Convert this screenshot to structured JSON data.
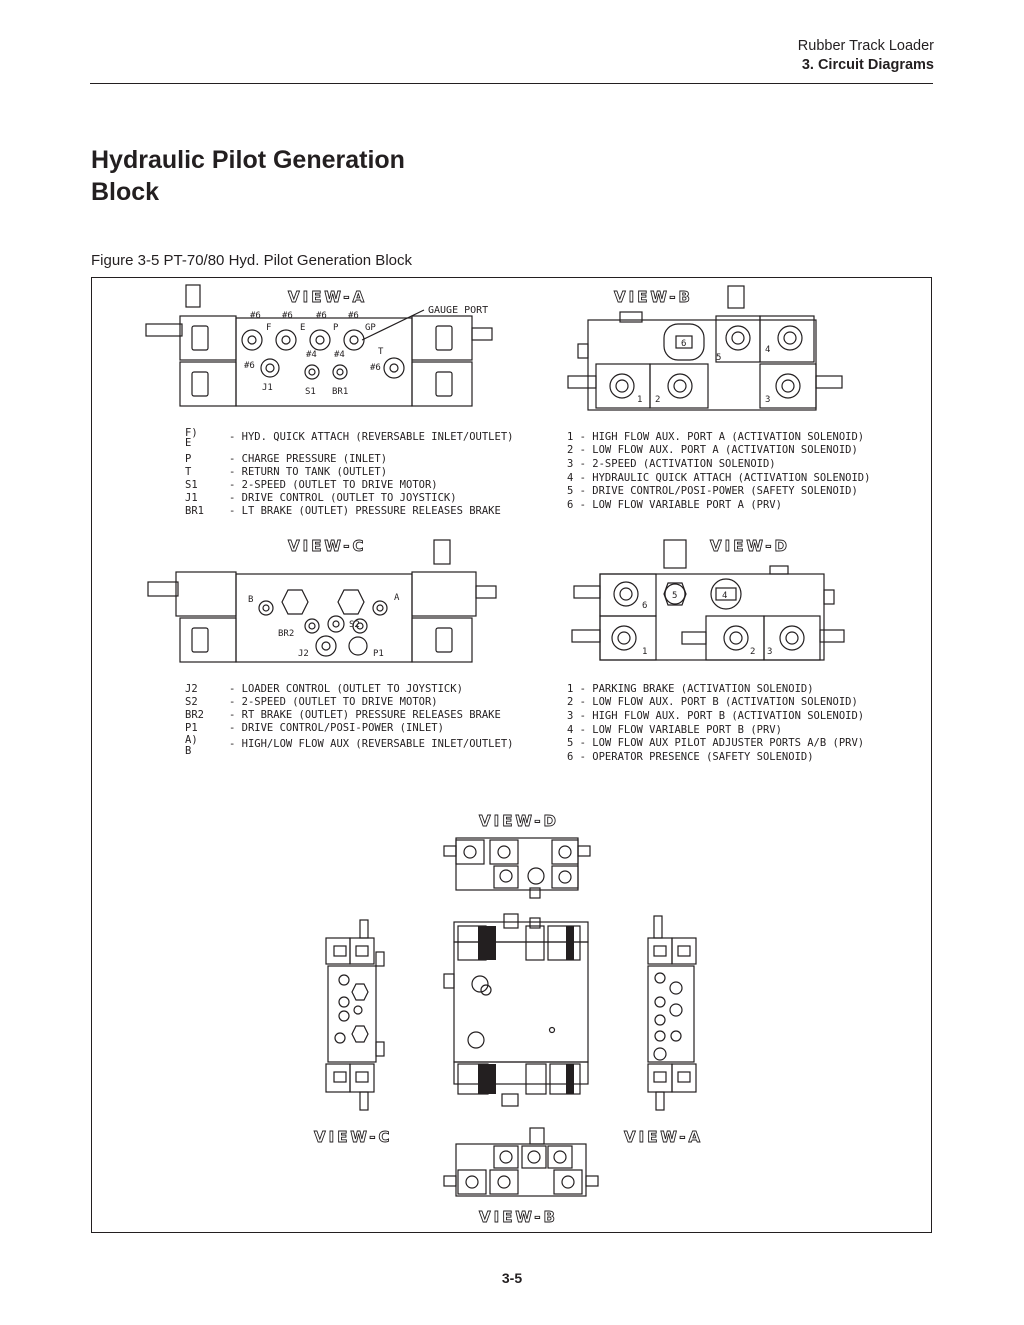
{
  "header": {
    "doc": "Rubber Track Loader",
    "section": "3. Circuit Diagrams"
  },
  "title": {
    "line1": "Hydraulic Pilot Generation",
    "line2": "Block"
  },
  "caption": "Figure 3-5 PT-70/80 Hyd. Pilot Generation Block",
  "page_number": "3-5",
  "views": {
    "a": "VIEW-A",
    "b": "VIEW-B",
    "c": "VIEW-C",
    "d": "VIEW-D"
  },
  "callouts": {
    "gauge_port": "GAUGE PORT",
    "a": {
      "f": "F",
      "e": "E",
      "p": "P",
      "gp": "GP",
      "t": "T",
      "j1": "J1",
      "s1": "S1",
      "br1": "BR1",
      "n6": "#6",
      "n4": "#4"
    },
    "b": {
      "p1": "1",
      "p2": "2",
      "p3": "3",
      "p4": "4",
      "p5": "5",
      "p6": "6"
    },
    "c": {
      "b": "B",
      "a": "A",
      "br2": "BR2",
      "s2": "S2",
      "j2": "J2",
      "p1": "P1"
    },
    "d": {
      "p1": "1",
      "p2": "2",
      "p3": "3",
      "p4": "4",
      "p5": "5",
      "p6": "6"
    }
  },
  "legend_a": [
    {
      "key": "F)",
      "text": "- HYD. QUICK ATTACH (REVERSABLE INLET/OUTLET)"
    },
    {
      "key": "E",
      "text": ""
    },
    {
      "key": "P",
      "text": "- CHARGE PRESSURE (INLET)"
    },
    {
      "key": "T",
      "text": "- RETURN TO TANK (OUTLET)"
    },
    {
      "key": "S1",
      "text": "- 2-SPEED (OUTLET TO DRIVE MOTOR)"
    },
    {
      "key": "J1",
      "text": "- DRIVE CONTROL (OUTLET TO JOYSTICK)"
    },
    {
      "key": "BR1",
      "text": "- LT BRAKE (OUTLET) PRESSURE RELEASES BRAKE"
    }
  ],
  "legend_b": [
    "1 - HIGH FLOW AUX. PORT A (ACTIVATION SOLENOID)",
    "2 - LOW FLOW AUX. PORT A (ACTIVATION SOLENOID)",
    "3 - 2-SPEED (ACTIVATION SOLENOID)",
    "4 - HYDRAULIC QUICK ATTACH (ACTIVATION SOLENOID)",
    "5 - DRIVE CONTROL/POSI-POWER (SAFETY SOLENOID)",
    "6 - LOW FLOW VARIABLE PORT A (PRV)"
  ],
  "legend_c": [
    {
      "key": "J2",
      "text": "- LOADER CONTROL (OUTLET TO JOYSTICK)"
    },
    {
      "key": "S2",
      "text": "- 2-SPEED (OUTLET TO DRIVE MOTOR)"
    },
    {
      "key": "BR2",
      "text": "- RT BRAKE (OUTLET) PRESSURE RELEASES BRAKE"
    },
    {
      "key": "P1",
      "text": "- DRIVE CONTROL/POSI-POWER (INLET)"
    },
    {
      "key": "A)",
      "text": "- HIGH/LOW FLOW AUX (REVERSABLE INLET/OUTLET)"
    },
    {
      "key": "B",
      "text": ""
    }
  ],
  "legend_d": [
    "1 - PARKING BRAKE (ACTIVATION SOLENOID)",
    "2 - LOW FLOW AUX. PORT B (ACTIVATION SOLENOID)",
    "3 - HIGH FLOW AUX. PORT B (ACTIVATION SOLENOID)",
    "4 - LOW FLOW VARIABLE PORT B (PRV)",
    "5 - LOW FLOW AUX PILOT ADJUSTER PORTS A/B (PRV)",
    "6 - OPERATOR PRESENCE (SAFETY SOLENOID)"
  ]
}
